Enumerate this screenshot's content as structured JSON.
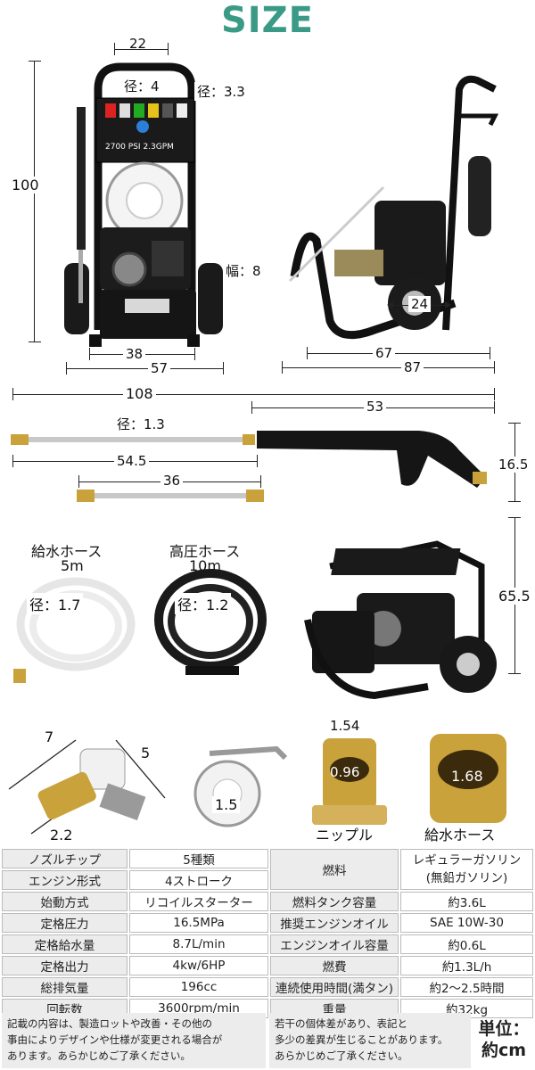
{
  "title": "SIZE",
  "front": {
    "top_width": "22",
    "diam_handle": "径：4",
    "diam_frame": "径：3.3",
    "height": "100",
    "wheel_width": "幅：8",
    "base_width": "38",
    "total_width": "57"
  },
  "panel": {
    "pressure": "2700",
    "pressure_unit": "PSI",
    "flow": "2.3",
    "flow_unit": "GPM"
  },
  "side": {
    "wheel": "24",
    "depth_inner": "67",
    "depth_total": "87"
  },
  "gun": {
    "total": "108",
    "gun_len": "53",
    "diam": "径：1.3",
    "lance": "54.5",
    "height": "16.5",
    "ext": "36"
  },
  "hoses": {
    "water": {
      "name": "給水ホース",
      "length": "5m",
      "diam": "径：1.7"
    },
    "high": {
      "name": "高圧ホース",
      "length": "10m",
      "diam": "径：1.2"
    },
    "machine_height": "65.5"
  },
  "fittings": {
    "adapter_a": "7",
    "adapter_b": "5",
    "adapter_c": "2.2",
    "clamp": "1.5",
    "nipple_outer": "1.54",
    "nipple_inner": "0.96",
    "nipple_name": "ニップル",
    "water_hose_diam": "1.68",
    "water_hose_name": "給水ホース"
  },
  "spec": [
    {
      "k1": "ノズルチップ",
      "v1": "5種類",
      "k2": "燃料",
      "v2": "レギュラーガソリン",
      "v2b": "(無鉛ガソリン)"
    },
    {
      "k1": "エンジン形式",
      "v1": "4ストローク"
    },
    {
      "k1": "始動方式",
      "v1": "リコイルスターター",
      "k2": "燃料タンク容量",
      "v2": "約3.6L"
    },
    {
      "k1": "定格圧力",
      "v1": "16.5MPa",
      "k2": "推奨エンジンオイル",
      "v2": "SAE 10W-30"
    },
    {
      "k1": "定格給水量",
      "v1": "8.7L/min",
      "k2": "エンジンオイル容量",
      "v2": "約0.6L"
    },
    {
      "k1": "定格出力",
      "v1": "4kw/6HP",
      "k2": "燃費",
      "v2": "約1.3L/h"
    },
    {
      "k1": "総排気量",
      "v1": "196cc",
      "k2": "連続使用時間(満タン)",
      "v2": "約2～2.5時間"
    },
    {
      "k1": "回転数",
      "v1": "3600rpm/min",
      "k2": "重量",
      "v2": "約32kg"
    }
  ],
  "notes": {
    "left_1": "記載の内容は、製造ロットや改善・その他の",
    "left_2": "事由によりデザインや仕様が変更される場合が",
    "left_3": "あります。あらかじめご了承ください。",
    "right_1": "若干の個体差があり、表記と",
    "right_2": "多少の差異が生じることがあります。",
    "right_3": "あらかじめご了承ください。",
    "unit_1": "単位：",
    "unit_2": "約cm"
  }
}
